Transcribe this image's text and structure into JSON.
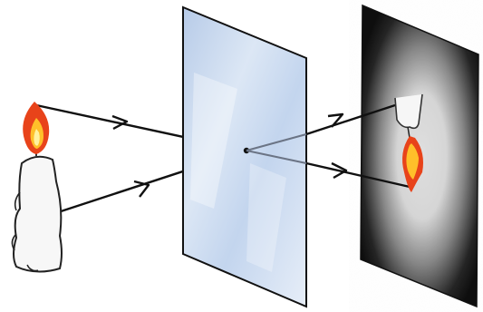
{
  "figure": {
    "kind": "lens-image-formation",
    "objects": [
      {
        "id": "candle",
        "icon": "candle-icon",
        "flame_color": "#f08a1e"
      },
      {
        "id": "lens",
        "icon": "lens-plate",
        "tint": "#c9daf0"
      },
      {
        "id": "screen",
        "icon": "screen",
        "tint": "#1a1a1a"
      },
      {
        "id": "image",
        "icon": "inverted-candle-image-icon",
        "flame_color": "#f08a1e"
      }
    ],
    "rays": [
      {
        "id": "ray-upper",
        "from": "candle-flame",
        "to": "image-lower"
      },
      {
        "id": "ray-lower",
        "from": "candle-base",
        "to": "image-upper"
      }
    ],
    "colors": {
      "ray": "#111111",
      "lens_edge": "#1a1a1a",
      "flame_outer": "#e8431a",
      "flame_inner": "#ffd23a"
    }
  }
}
